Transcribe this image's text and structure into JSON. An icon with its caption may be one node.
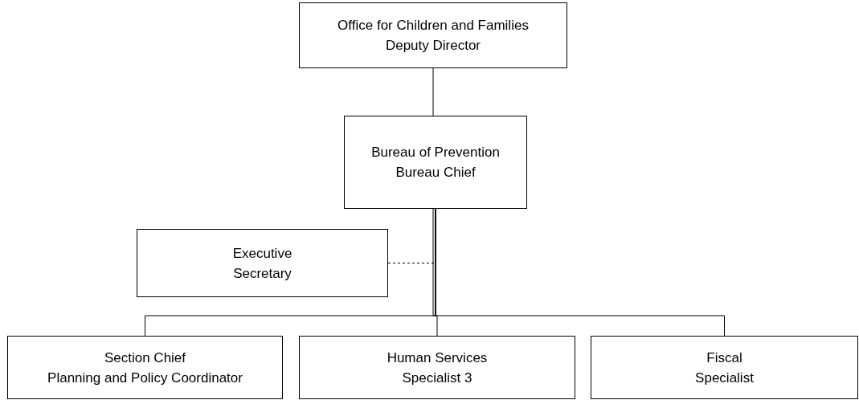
{
  "diagram": {
    "nodes": [
      {
        "text": [
          "Office for Children and Families",
          "Deputy Director"
        ]
      },
      {
        "text": [
          "Bureau of Prevention",
          "Bureau Chief"
        ]
      },
      {
        "text": [
          "Executive",
          "Secretary"
        ]
      },
      {
        "text": [
          "Section Chief",
          "Planning and Policy Coordinator"
        ]
      },
      {
        "text": [
          "Human Services",
          "Specialist 3"
        ]
      },
      {
        "text": [
          "Fiscal",
          "Specialist"
        ]
      }
    ],
    "edges": [
      {
        "from": 0,
        "to": 1,
        "arrow": "none"
      },
      {
        "from": 2,
        "to": 1,
        "arrow": "none",
        "style": "dashed"
      },
      {
        "from": 1,
        "to": 3,
        "arrow": "none"
      },
      {
        "from": 1,
        "to": 4,
        "arrow": "none"
      },
      {
        "from": 1,
        "to": 5,
        "arrow": "none"
      }
    ]
  }
}
